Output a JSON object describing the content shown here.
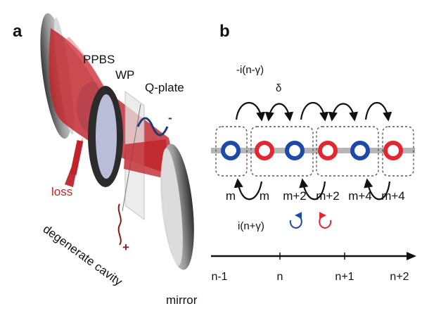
{
  "panel_a": {
    "letter": "a",
    "labels": {
      "ppbs": "PPBS",
      "wp": "WP",
      "qplate": "Q-plate",
      "minus": "-",
      "plus": "+",
      "loss": "loss",
      "cavity": "degenerate cavity",
      "mirror": "mirror"
    },
    "colors": {
      "beam": "#c0232a",
      "ppbs": "#8fd3ef",
      "wave": "#1f3a78"
    }
  },
  "panel_b": {
    "letter": "b",
    "coefficients": {
      "top_left": "-i(n-γ)",
      "top_mid": "δ",
      "bottom_left": "i(n+γ)"
    },
    "modes": [
      {
        "color": "blue",
        "label": "m"
      },
      {
        "color": "red",
        "label": "m"
      },
      {
        "color": "blue",
        "label": "m+2"
      },
      {
        "color": "red",
        "label": "m+2"
      },
      {
        "color": "blue",
        "label": "m+4"
      },
      {
        "color": "red",
        "label": "m+4"
      }
    ],
    "axis_ticks": [
      "n-1",
      "n",
      "n+1",
      "n+2"
    ],
    "rotation_icons": [
      "clockwise-arrow-icon",
      "counterclockwise-arrow-icon"
    ],
    "colors": {
      "blue": "#1d4aa6",
      "red": "#e3262f",
      "line": "#b5b5b5"
    }
  }
}
